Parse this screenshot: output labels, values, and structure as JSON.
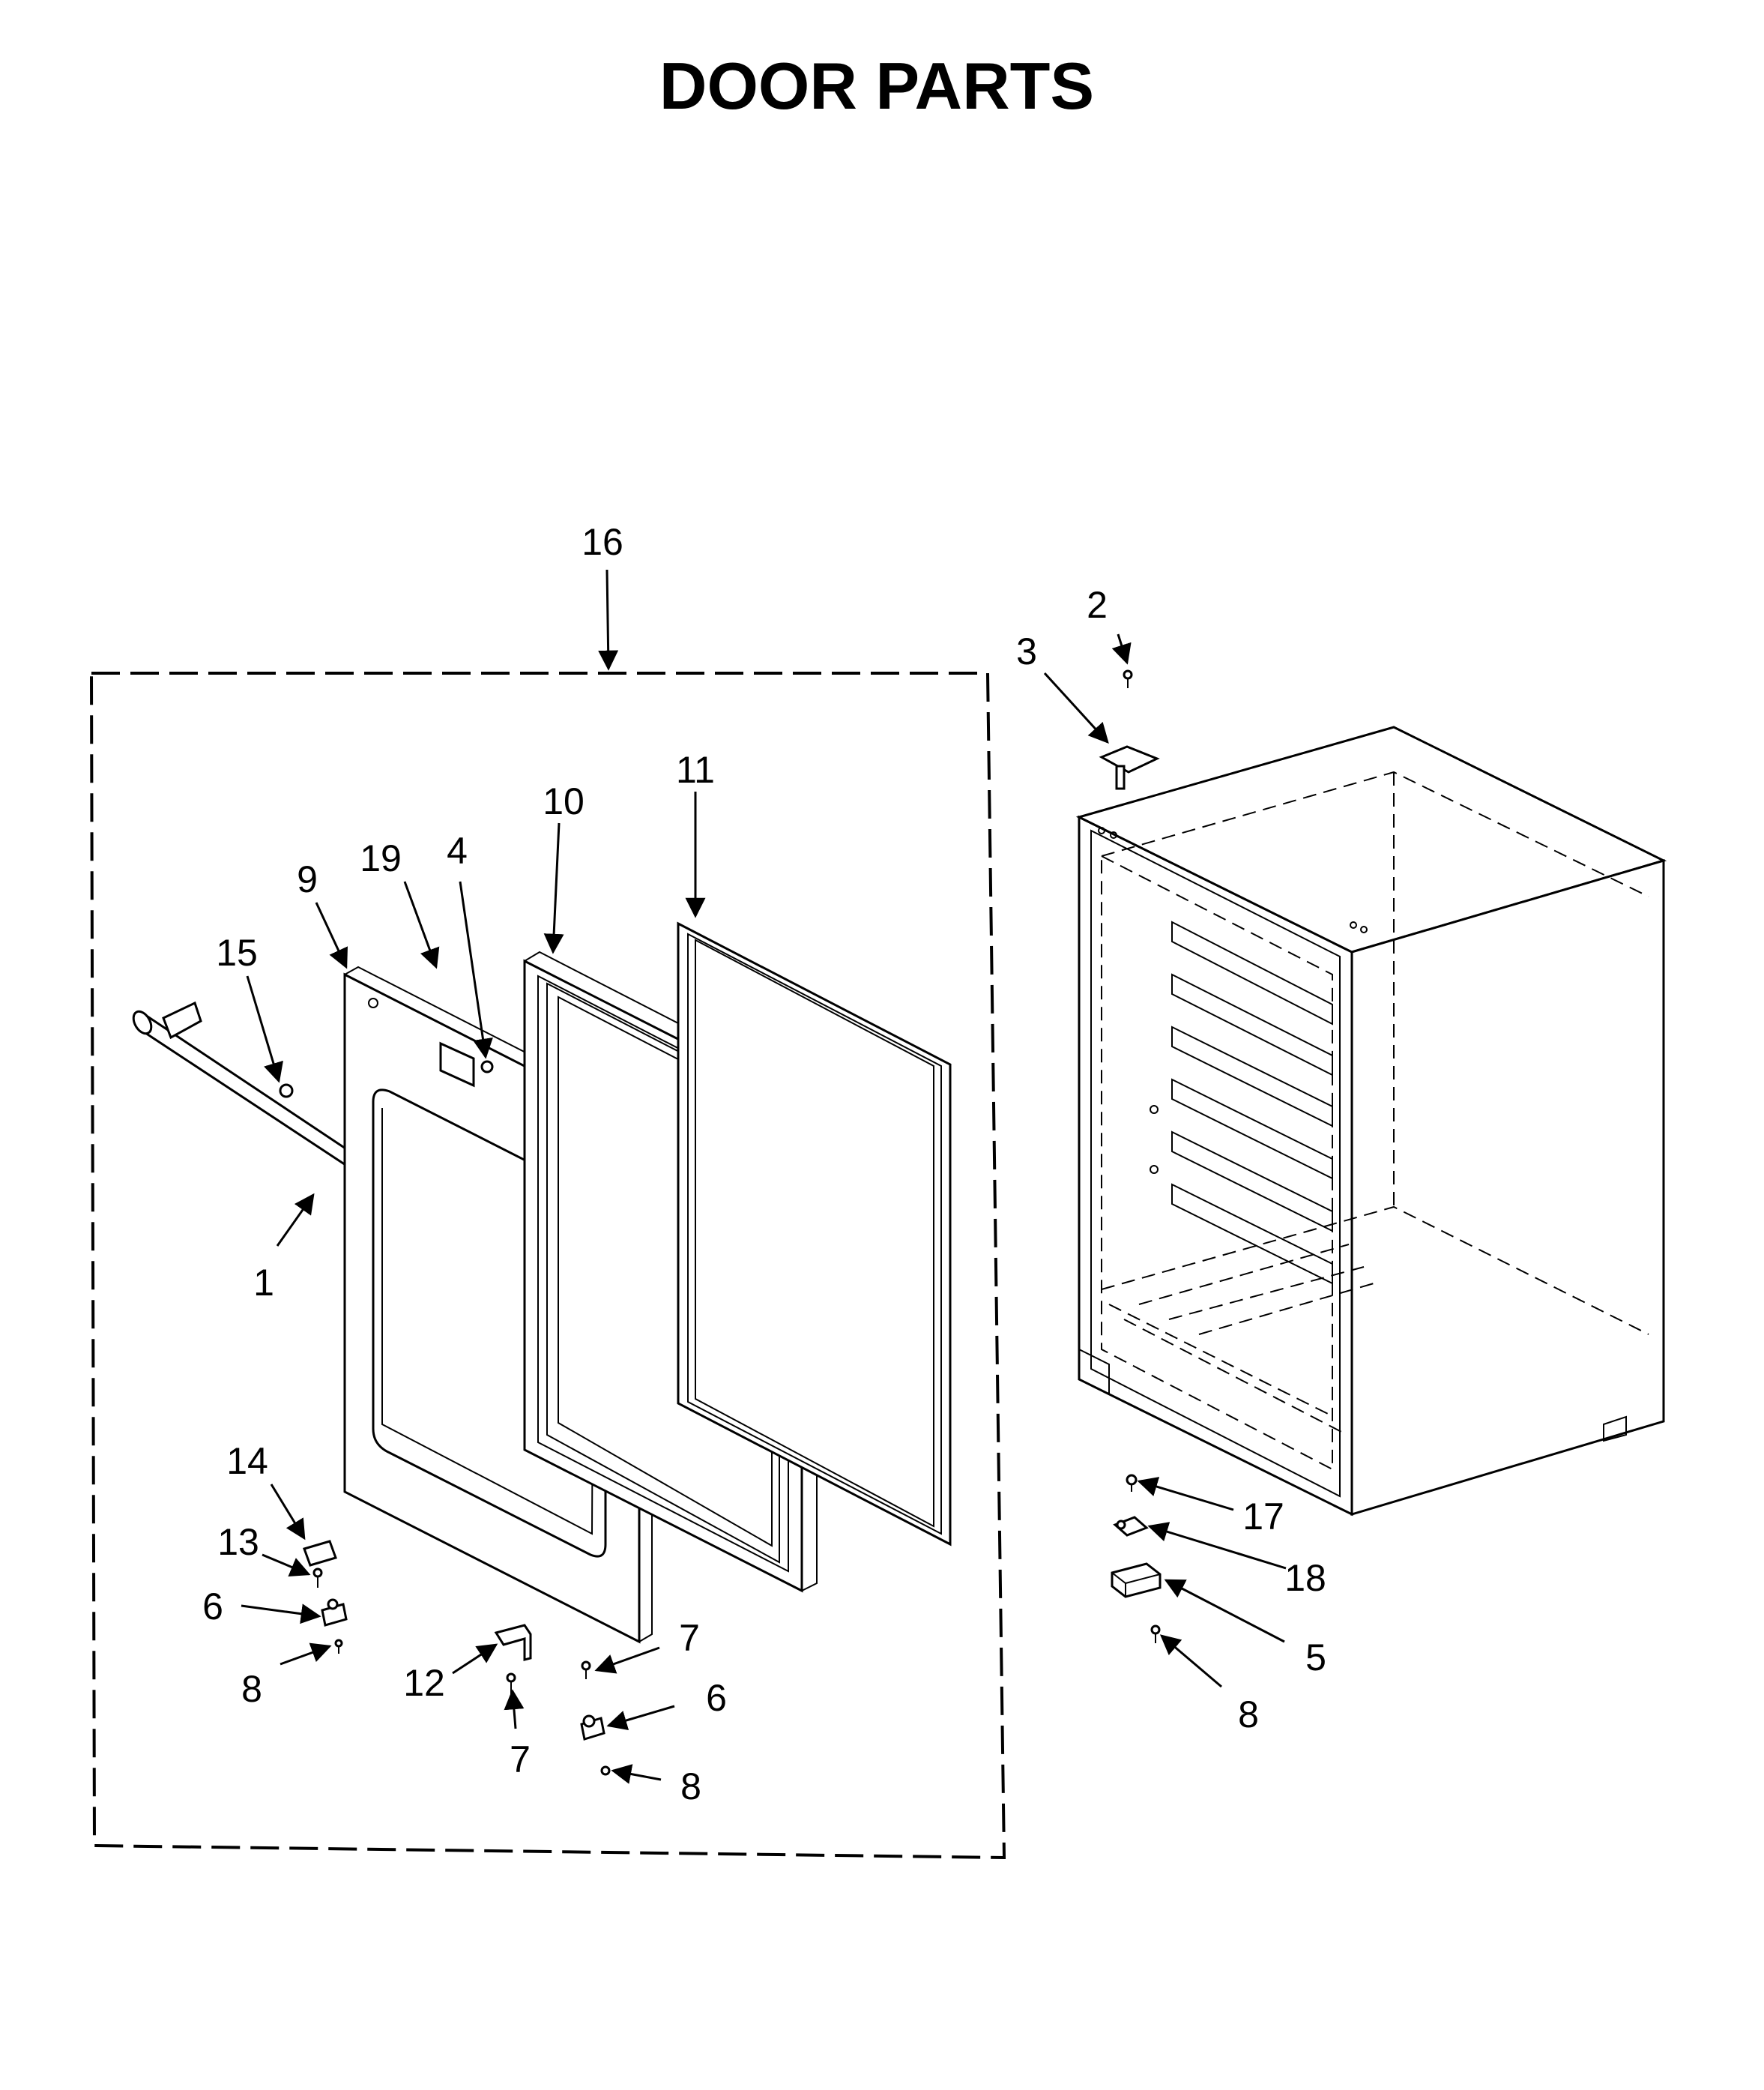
{
  "title": "DOOR PARTS",
  "callouts": [
    {
      "id": "c16",
      "label": "16"
    },
    {
      "id": "c2",
      "label": "2"
    },
    {
      "id": "c3",
      "label": "3"
    },
    {
      "id": "c11",
      "label": "11"
    },
    {
      "id": "c10",
      "label": "10"
    },
    {
      "id": "c19",
      "label": "19"
    },
    {
      "id": "c4",
      "label": "4"
    },
    {
      "id": "c9",
      "label": "9"
    },
    {
      "id": "c15",
      "label": "15"
    },
    {
      "id": "c1",
      "label": "1"
    },
    {
      "id": "c14",
      "label": "14"
    },
    {
      "id": "c13",
      "label": "13"
    },
    {
      "id": "c6a",
      "label": "6"
    },
    {
      "id": "c8a",
      "label": "8"
    },
    {
      "id": "c12",
      "label": "12"
    },
    {
      "id": "c7a",
      "label": "7"
    },
    {
      "id": "c7b",
      "label": "7"
    },
    {
      "id": "c6b",
      "label": "6"
    },
    {
      "id": "c8b",
      "label": "8"
    },
    {
      "id": "c17",
      "label": "17"
    },
    {
      "id": "c18",
      "label": "18"
    },
    {
      "id": "c5",
      "label": "5"
    },
    {
      "id": "c8c",
      "label": "8"
    }
  ]
}
